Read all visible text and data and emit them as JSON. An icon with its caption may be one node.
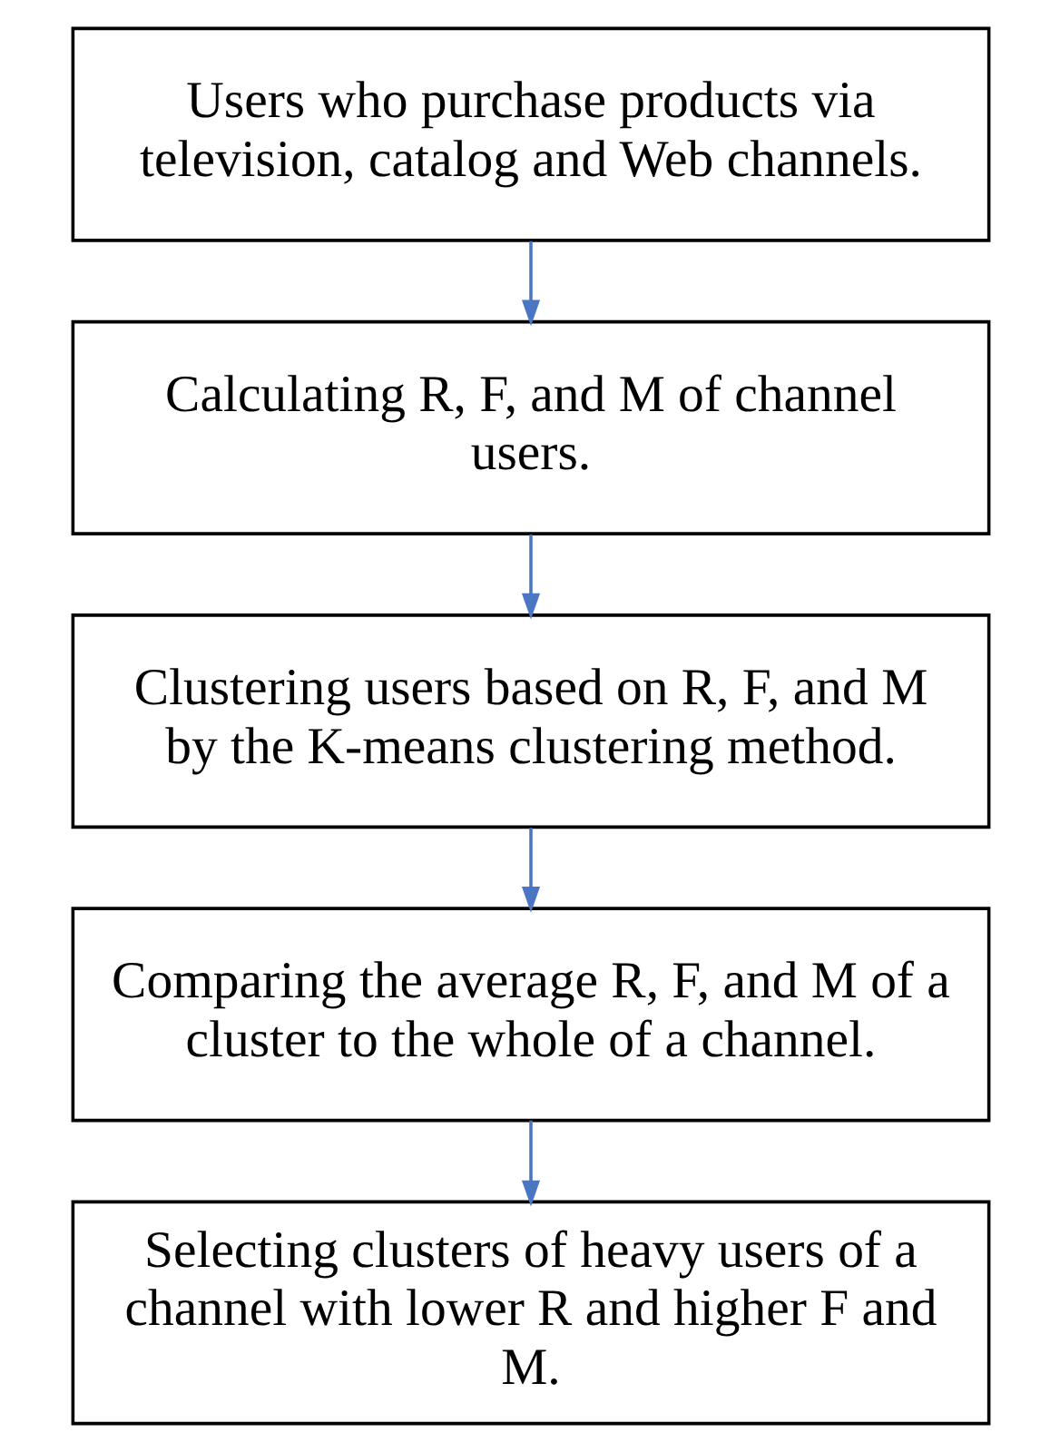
{
  "diagram": {
    "nodes": [
      {
        "text": [
          "Users who purchase products via television, catalog and Web channels."
        ]
      },
      {
        "text": [
          "Calculating R, F, and M of channel users."
        ]
      },
      {
        "text": [
          "Clustering users based on R, F, and M by the K-means clustering method."
        ]
      },
      {
        "text": [
          "Comparing the average R, F, and M of a cluster to the whole of a channel."
        ]
      },
      {
        "text": [
          "Selecting clusters of heavy users of a channel with lower R and higher F and M."
        ]
      }
    ],
    "edges": [
      {
        "from": 0,
        "to": 1,
        "arrow": "to"
      },
      {
        "from": 1,
        "to": 2,
        "arrow": "to"
      },
      {
        "from": 2,
        "to": 3,
        "arrow": "to"
      },
      {
        "from": 3,
        "to": 4,
        "arrow": "to"
      }
    ]
  }
}
